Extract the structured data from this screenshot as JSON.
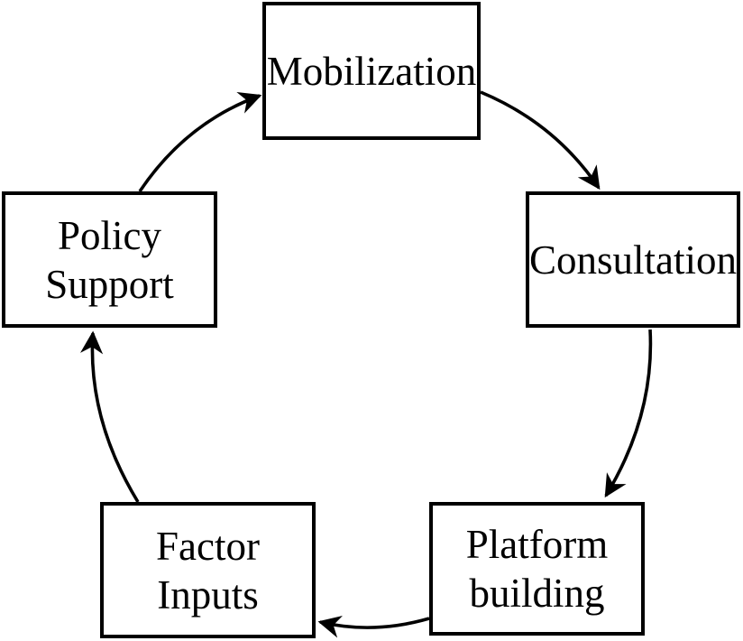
{
  "diagram": {
    "title": "cycle-diagram",
    "background_color": "#ffffff",
    "box_fill_color": "#ffffff",
    "box_border_color": "#000000",
    "arrow_color": "#000000",
    "text_color": "#000000",
    "nodes": [
      {
        "id": "mobilization",
        "label": "Mobilization"
      },
      {
        "id": "consultation",
        "label": "Consultation"
      },
      {
        "id": "platform-building",
        "label": "Platform\nbuilding"
      },
      {
        "id": "factor-inputs",
        "label": "Factor\nInputs"
      },
      {
        "id": "policy-support",
        "label": "Policy\nSupport"
      }
    ],
    "edges": [
      {
        "from": "Mobilization",
        "to": "Consultation"
      },
      {
        "from": "Consultation",
        "to": "Platform building"
      },
      {
        "from": "Platform building",
        "to": "Factor Inputs"
      },
      {
        "from": "Factor Inputs",
        "to": "Policy Support"
      },
      {
        "from": "Policy Support",
        "to": "Mobilization"
      }
    ]
  }
}
